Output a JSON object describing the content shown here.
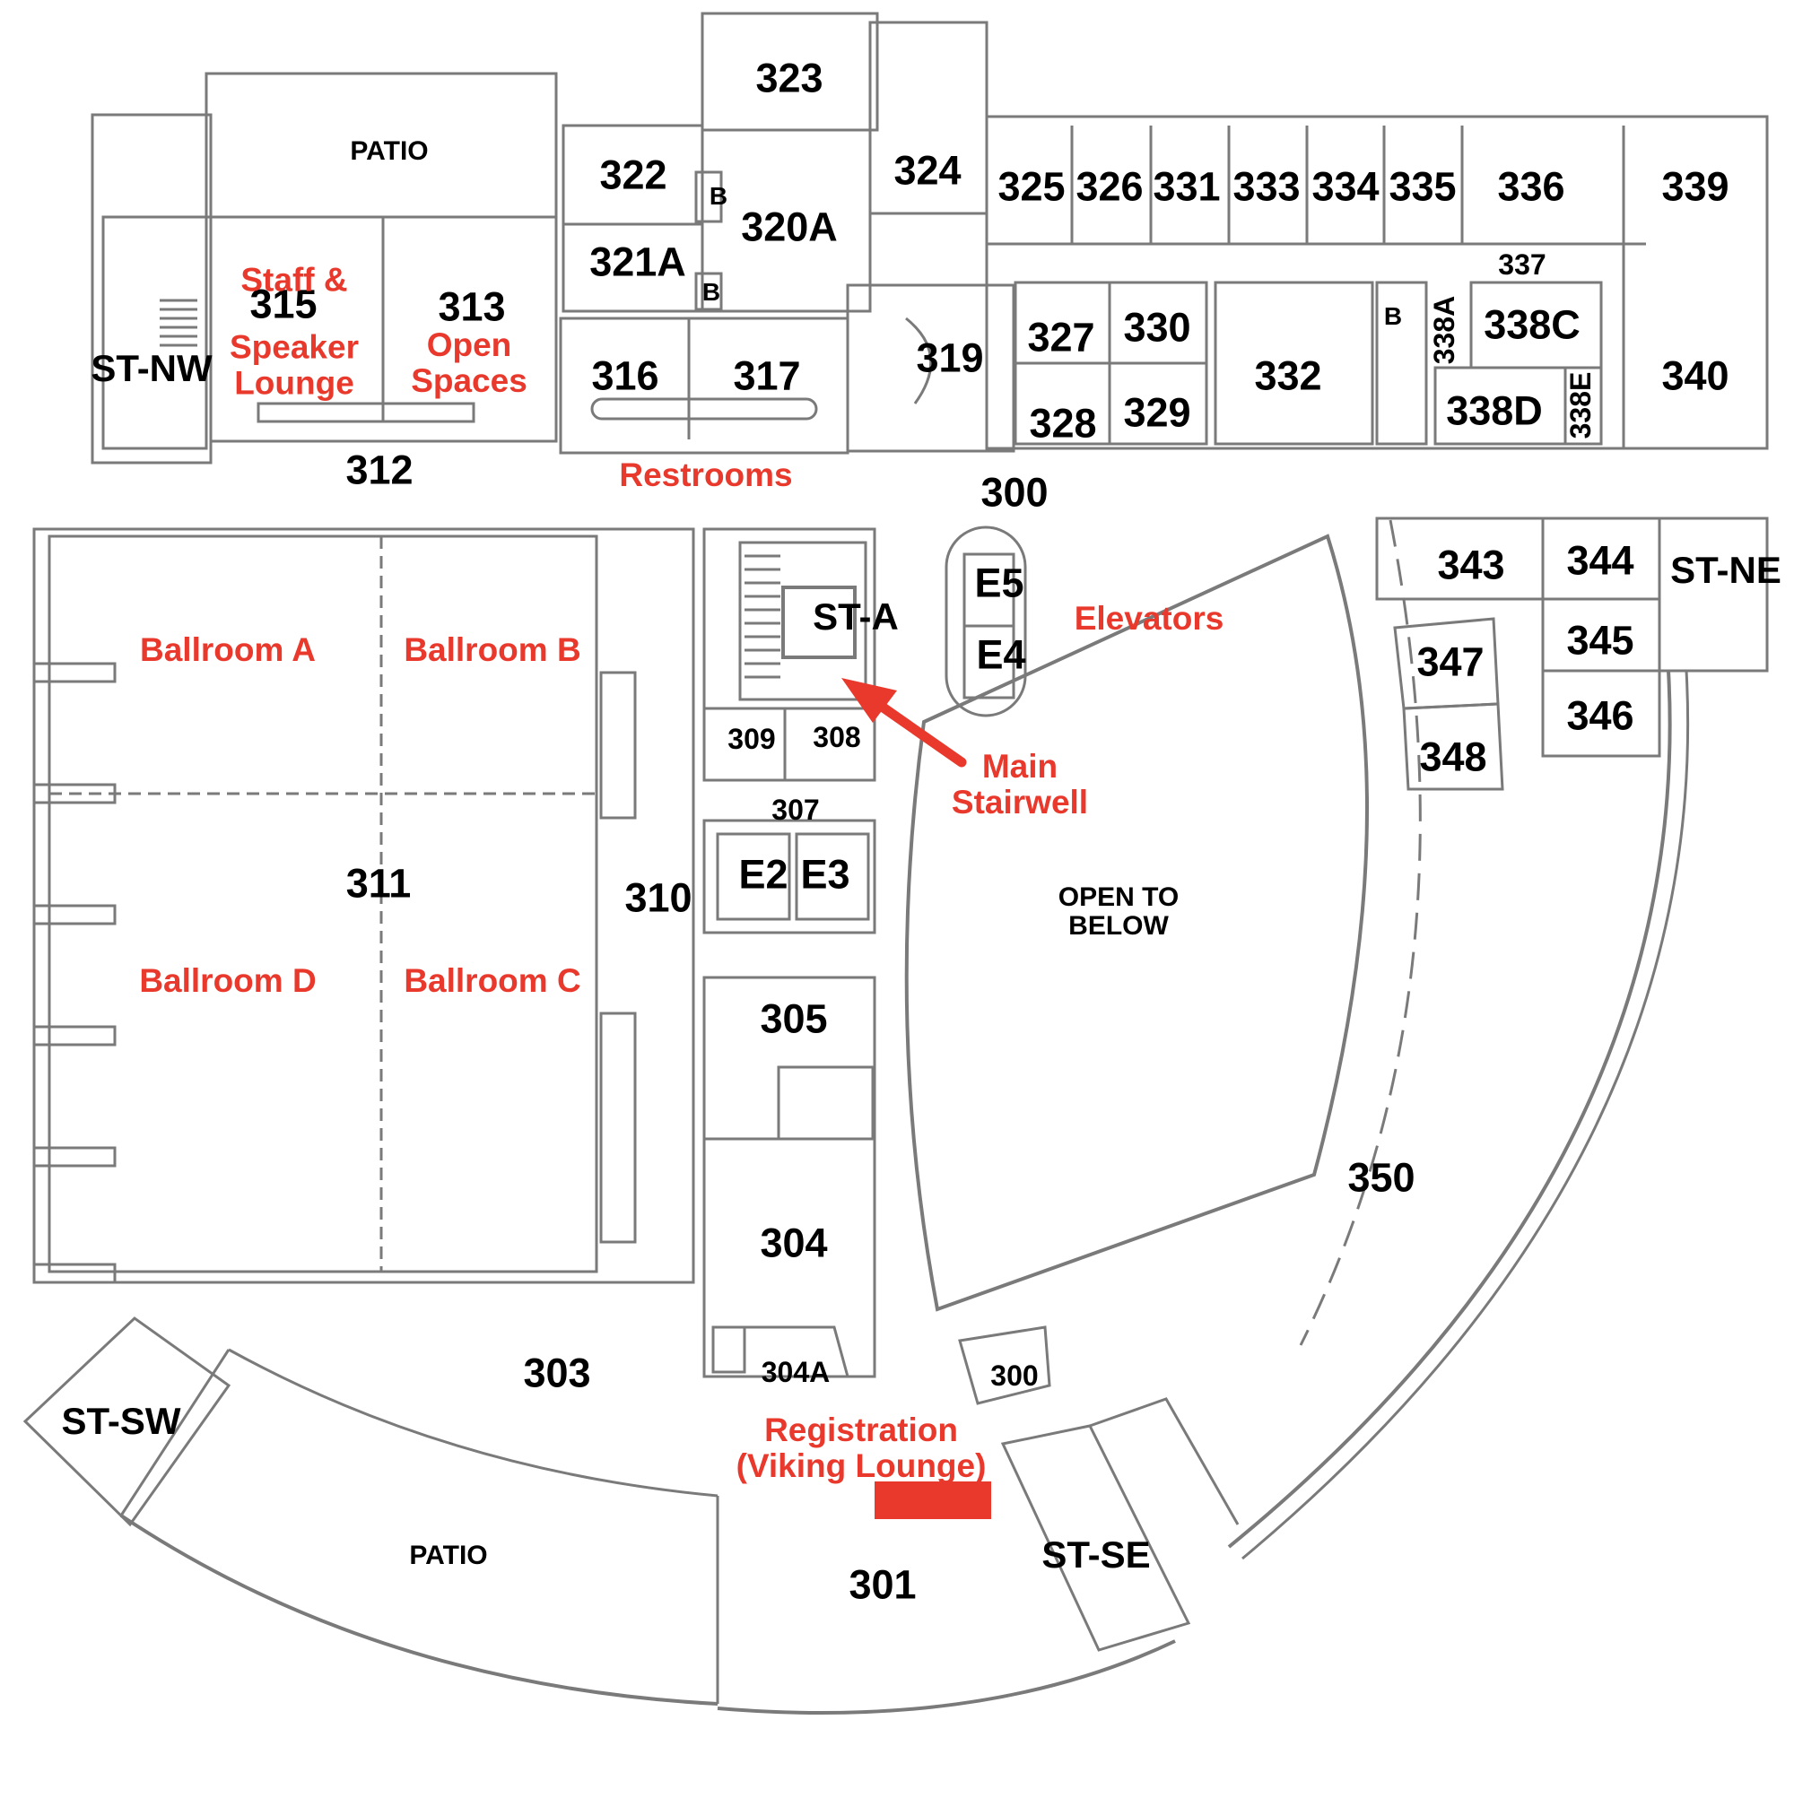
{
  "colors": {
    "wall": "#7a7a7a",
    "label": "#000000",
    "annotation": "#e8392c",
    "background": "#ffffff"
  },
  "rooms": {
    "r323": "323",
    "r324": "324",
    "r322": "322",
    "r320a": "320A",
    "r321a": "321A",
    "b1": "B",
    "b2": "B",
    "b3": "B",
    "r325": "325",
    "r326": "326",
    "r331": "331",
    "r333": "333",
    "r334": "334",
    "r335": "335",
    "r336": "336",
    "r339": "339",
    "r337": "337",
    "r327": "327",
    "r330": "330",
    "r328": "328",
    "r329": "329",
    "r332": "332",
    "r338a": "338A",
    "r338c": "338C",
    "r338d": "338D",
    "r338e": "338E",
    "r340": "340",
    "r315": "315",
    "r313": "313",
    "r316": "316",
    "r317": "317",
    "r319": "319",
    "r312": "312",
    "r300": "300",
    "r300b": "300",
    "r343": "343",
    "r344": "344",
    "r345": "345",
    "r346": "346",
    "r347": "347",
    "r348": "348",
    "r309": "309",
    "r308": "308",
    "r307": "307",
    "r311": "311",
    "r310": "310",
    "e2": "E2",
    "e3": "E3",
    "e4": "E4",
    "e5": "E5",
    "r305": "305",
    "r304": "304",
    "r304a": "304A",
    "r303": "303",
    "r301": "301",
    "r350": "350"
  },
  "stairs": {
    "nw": "ST-NW",
    "ne": "ST-NE",
    "sw": "ST-SW",
    "se": "ST-SE",
    "a": "ST-A"
  },
  "text": {
    "patio_top": "PATIO",
    "patio_bottom": "PATIO",
    "open_to_below": [
      "OPEN TO",
      "BELOW"
    ]
  },
  "annotations": {
    "staff_lounge": [
      "Staff &",
      "Speaker",
      "Lounge"
    ],
    "open_spaces": [
      "Open",
      "Spaces"
    ],
    "restrooms": "Restrooms",
    "elevators": "Elevators",
    "main_stairwell": [
      "Main",
      "Stairwell"
    ],
    "ballroom_a": "Ballroom A",
    "ballroom_b": "Ballroom B",
    "ballroom_c": "Ballroom C",
    "ballroom_d": "Ballroom D",
    "registration": [
      "Registration",
      "(Viking Lounge)"
    ]
  }
}
